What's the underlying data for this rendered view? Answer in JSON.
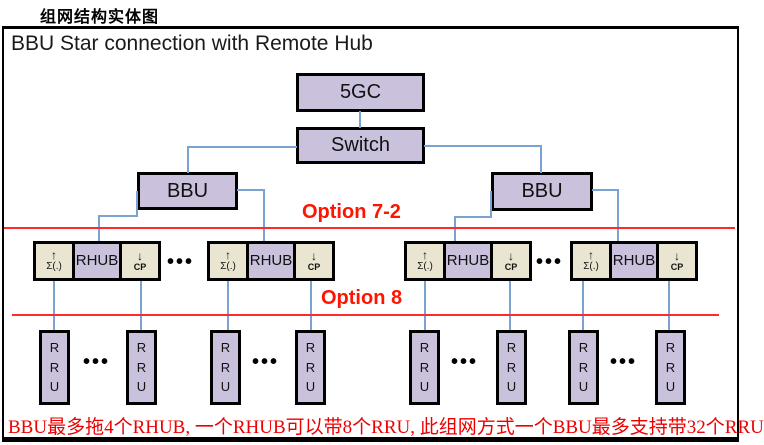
{
  "title": "组网结构实体图",
  "heading": "BBU Star connection with Remote Hub",
  "caption": "BBU最多拖4个RHUB, 一个RHUB可以带8个RRU, 此组网方式一个BBU最多支持带32个RRU",
  "options": {
    "option_7_2": "Option 7-2",
    "option_8": "Option 8"
  },
  "nodes": {
    "core": "5GC",
    "switch": "Switch",
    "bbu": "BBU"
  },
  "rhub": {
    "name": "RHUB",
    "uplink_arrow": "↑",
    "uplink_label": "Σ(.)",
    "downlink_arrow": "↓",
    "downlink_label": "CP"
  },
  "rru": {
    "letters": [
      "R",
      "R",
      "U"
    ]
  },
  "ellipsis": "•••",
  "colors": {
    "node_fill": "#cac1dc",
    "port_fill": "#e9e5d1",
    "connector_blue": "#7aa3d4",
    "accent_red": "#ff1400",
    "border_black": "#000000"
  }
}
